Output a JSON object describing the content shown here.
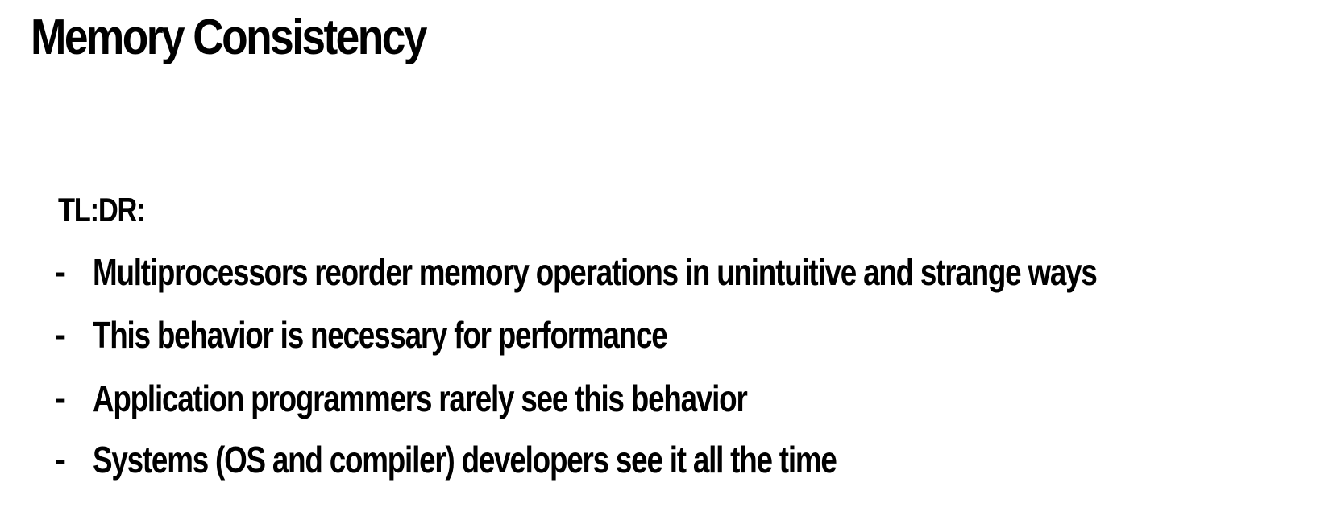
{
  "slide": {
    "title": "Memory Consistency",
    "subheading": "TL:DR:",
    "bullet_marker": "-",
    "bullets": [
      "Multiprocessors reorder memory operations in unintuitive and strange ways",
      "This behavior is necessary for performance",
      "Application programmers rarely see this behavior",
      "Systems (OS and compiler) developers see it all the time"
    ]
  }
}
